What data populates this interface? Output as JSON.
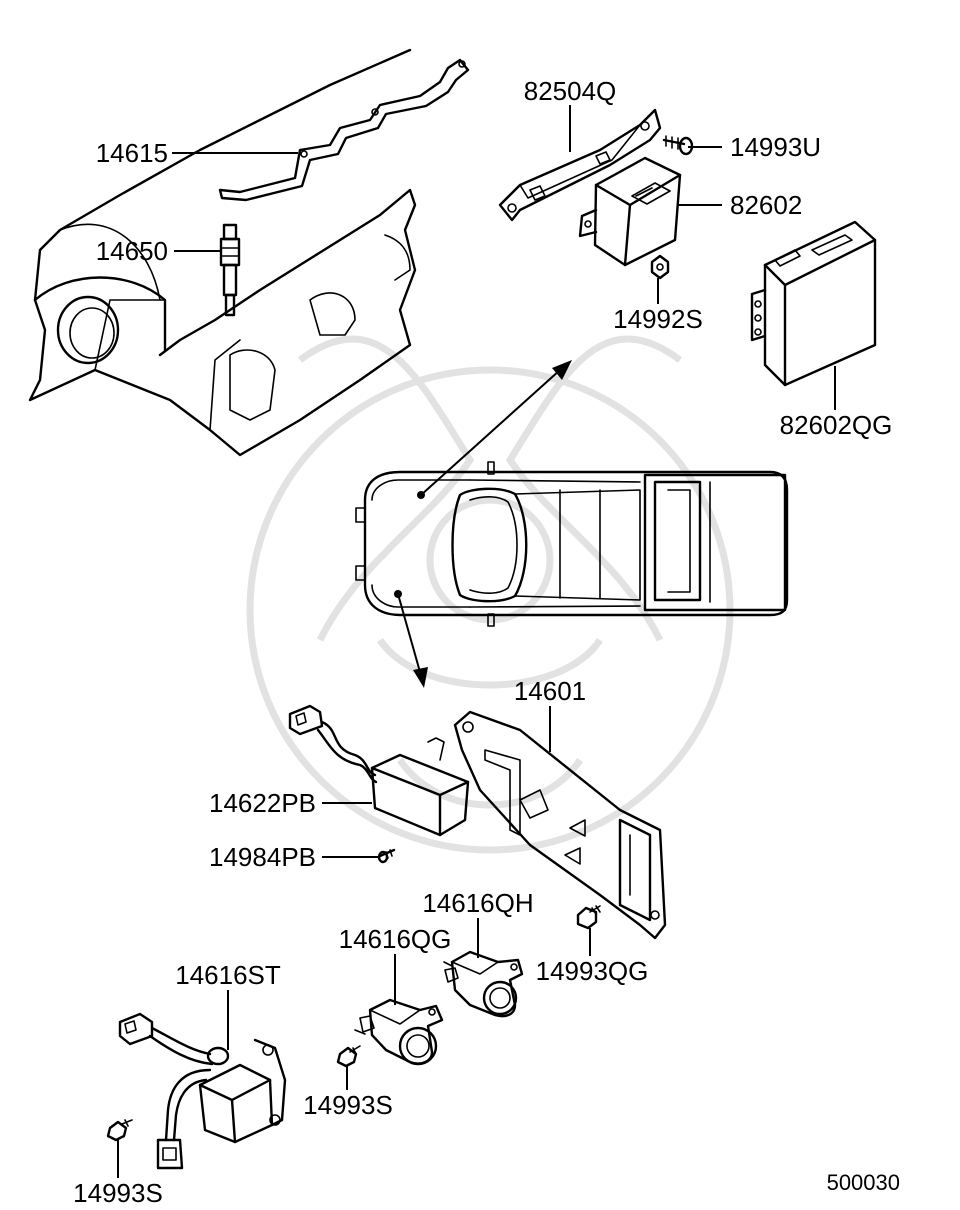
{
  "callouts": [
    {
      "id": "82504Q",
      "text": "82504Q"
    },
    {
      "id": "14615",
      "text": "14615"
    },
    {
      "id": "14993U",
      "text": "14993U"
    },
    {
      "id": "82602",
      "text": "82602"
    },
    {
      "id": "14650",
      "text": "14650"
    },
    {
      "id": "14992S",
      "text": "14992S"
    },
    {
      "id": "82602QG",
      "text": "82602QG"
    },
    {
      "id": "14601",
      "text": "14601"
    },
    {
      "id": "14622PB",
      "text": "14622PB"
    },
    {
      "id": "14984PB",
      "text": "14984PB"
    },
    {
      "id": "14616QH",
      "text": "14616QH"
    },
    {
      "id": "14616QG",
      "text": "14616QG"
    },
    {
      "id": "14993QG",
      "text": "14993QG"
    },
    {
      "id": "14616ST",
      "text": "14616ST"
    },
    {
      "id": "14993S_a",
      "text": "14993S"
    },
    {
      "id": "14993S_b",
      "text": "14993S"
    }
  ],
  "diagram_code": "500030"
}
